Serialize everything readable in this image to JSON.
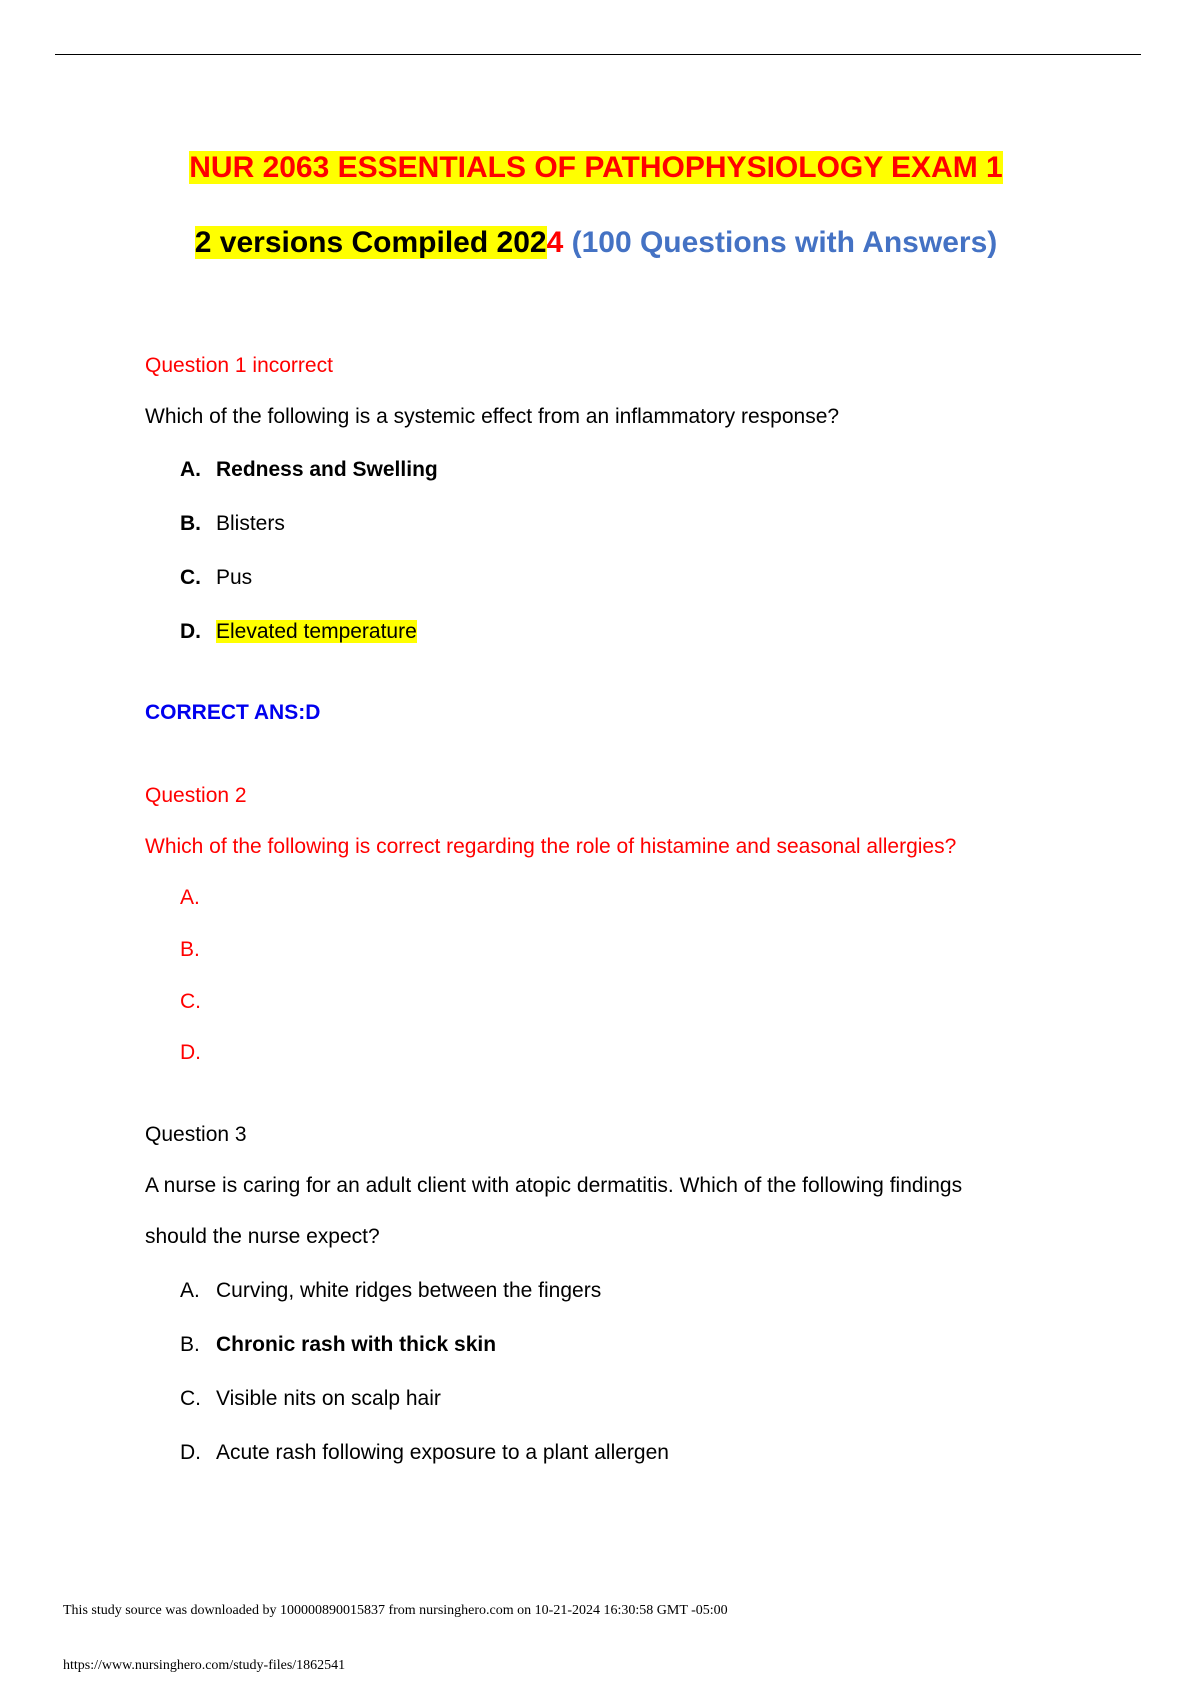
{
  "header": {
    "title_line1": "NUR 2063 ESSENTIALS OF PATHOPHYSIOLOGY EXAM 1",
    "title_line2_highlight": "2 versions Compiled 202",
    "title_line2_red": "4",
    "title_line2_blue": " (100 Questions with Answers)"
  },
  "questions": [
    {
      "heading": "Question 1 incorrect",
      "prompt": "Which of the following is a systemic effect from an inflammatory response?",
      "options": [
        {
          "letter": "A.",
          "text": "Redness and Swelling"
        },
        {
          "letter": "B.",
          "text": "Blisters"
        },
        {
          "letter": "C.",
          "text": "Pus"
        },
        {
          "letter": "D.",
          "text": "Elevated temperature"
        }
      ],
      "answer": "CORRECT ANS:D"
    },
    {
      "heading": "Question 2",
      "prompt": "Which of the following is correct regarding the role of histamine and seasonal allergies?",
      "options": [
        {
          "letter": "A.",
          "text": ""
        },
        {
          "letter": "B.",
          "text": ""
        },
        {
          "letter": "C.",
          "text": ""
        },
        {
          "letter": "D.",
          "text": ""
        }
      ]
    },
    {
      "heading": "Question 3",
      "prompt_line1": "A nurse is caring for an adult client with atopic dermatitis. Which of the following findings",
      "prompt_line2": "should the nurse expect?",
      "options": [
        {
          "letter": "A.",
          "text": "Curving, white ridges between the fingers"
        },
        {
          "letter": "B.",
          "text": "Chronic rash with thick skin"
        },
        {
          "letter": "C.",
          "text": "Visible nits on scalp hair"
        },
        {
          "letter": "D.",
          "text": "Acute rash following exposure to a plant allergen"
        }
      ]
    }
  ],
  "footer": {
    "source_line": "This study source was downloaded by 100000890015837 from nursinghero.com on 10-21-2024 16:30:58 GMT -05:00",
    "url": "https://www.nursinghero.com/study-files/1862541"
  },
  "colors": {
    "highlight": "#ffff00",
    "red": "#ff0000",
    "title_blue": "#4472c4",
    "answer_blue": "#0000ee"
  }
}
